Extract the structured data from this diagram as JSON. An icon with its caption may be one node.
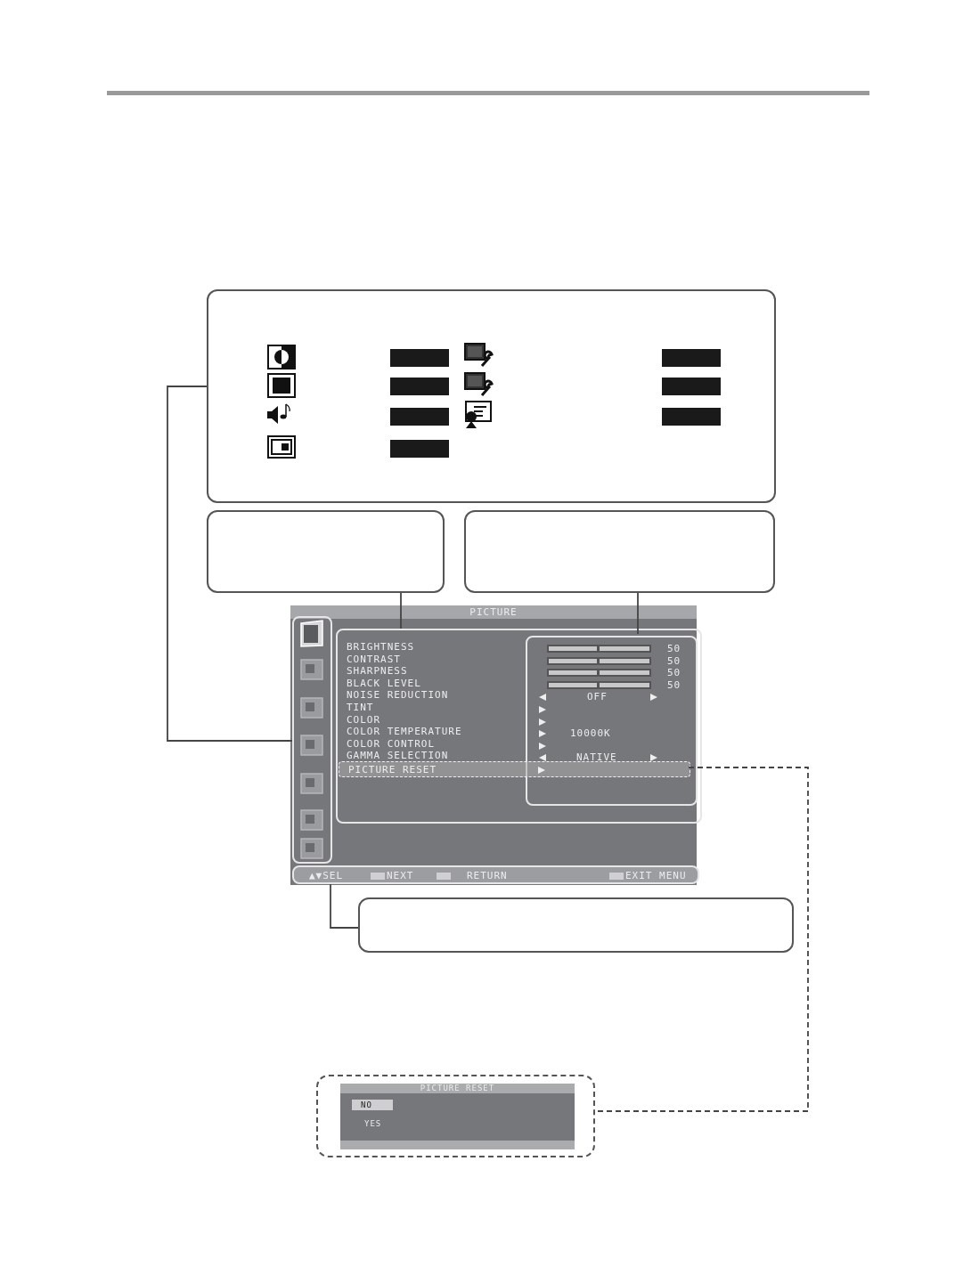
{
  "diagram": {
    "nodes": [
      {
        "text": [],
        "shape": "box"
      },
      {
        "text": [],
        "shape": "box"
      },
      {
        "text": [],
        "shape": "box"
      },
      {
        "text": [],
        "shape": "box"
      },
      {
        "text": [
          "PICTURE"
        ]
      },
      {
        "text": [],
        "shape": "box",
        "in": 4
      },
      {
        "text": [
          "BRIGHTNESS",
          "CONTRAST",
          "SHARPNESS",
          "BLACK LEVEL",
          "NOISE REDUCTION",
          "TINT",
          "COLOR",
          "COLOR TEMPERATURE",
          "COLOR CONTROL",
          "GAMMA SELECTION"
        ],
        "in": 4
      },
      {
        "text": [
          "50",
          "50",
          "50",
          "50",
          "OFF",
          "10000K",
          "NATIVE"
        ],
        "in": 6
      },
      {
        "text": [
          "PICTURE RESET"
        ],
        "in": 6
      },
      {
        "text": [
          "▲▼SEL",
          "NEXT",
          "RETURN",
          "EXIT MENU"
        ],
        "in": 4
      },
      {
        "text": [
          "PICTURE RESET",
          "NO",
          "YES"
        ]
      }
    ],
    "edges": [
      {
        "from": 0,
        "to": 5,
        "arrow": "none"
      },
      {
        "from": 1,
        "to": 6,
        "arrow": "none"
      },
      {
        "from": 2,
        "to": 7,
        "arrow": "none"
      },
      {
        "from": 3,
        "to": 9,
        "arrow": "none"
      },
      {
        "from": 8,
        "to": 10,
        "arrow": "none",
        "style": "dashed"
      }
    ]
  }
}
